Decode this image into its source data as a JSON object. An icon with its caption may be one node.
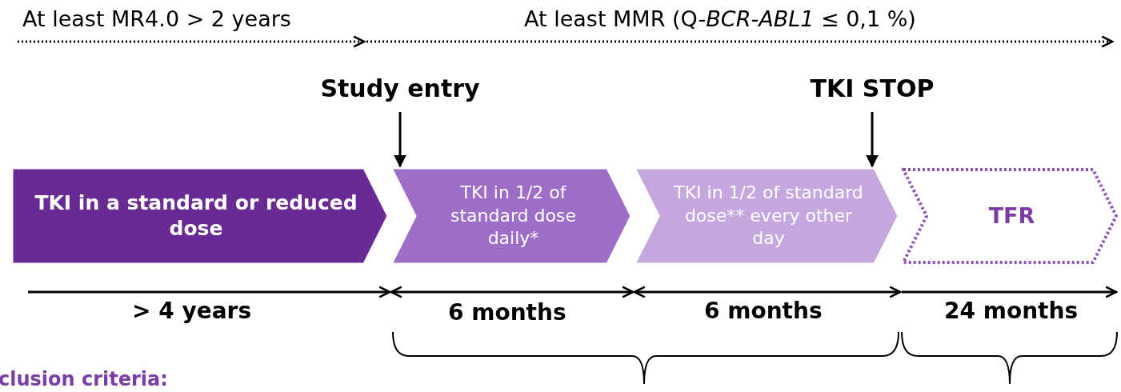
{
  "diagram": {
    "nodes": [
      {
        "text": [
          "TKI in a standard or reduced dose"
        ]
      },
      {
        "text": [
          "TKI in 1/2 of standard dose daily*"
        ]
      },
      {
        "text": [
          "TKI in 1/2 of standard dose** every other day"
        ]
      },
      {
        "text": [
          "TFR"
        ]
      },
      {
        "text": [
          "Study entry"
        ]
      },
      {
        "text": [
          "TKI STOP"
        ]
      }
    ],
    "edges": [
      {
        "from": 4,
        "to": 1,
        "arrow": "to"
      },
      {
        "from": 5,
        "to": 2,
        "arrow": "to"
      }
    ],
    "labels": [
      "At least MR4.0 > 2 years",
      "At least MMR (Q-*BCR-ABL1* ≤ 0,1 %)",
      "> 4 years",
      "6 months",
      "6 months",
      "24 months",
      "clusion criteria:"
    ]
  }
}
